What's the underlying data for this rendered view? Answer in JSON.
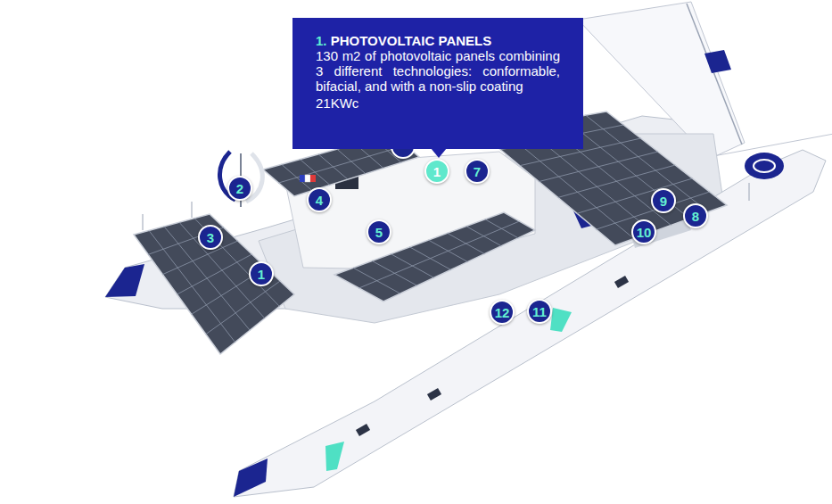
{
  "diagram": {
    "nodes": [
      {
        "text": [
          "1. PHOTOVOLTAIC PANELS",
          "130 m2 of photovoltaic panels combining 3 different technologies: conformable, bifacial, and with a non-slip coating",
          "21KWc"
        ]
      },
      {
        "text": [
          "1"
        ]
      },
      {
        "text": [
          "7"
        ]
      },
      {
        "text": [
          "2"
        ]
      },
      {
        "text": [
          "4"
        ]
      },
      {
        "text": [
          "9"
        ]
      },
      {
        "text": [
          "8"
        ]
      },
      {
        "text": [
          "3"
        ]
      },
      {
        "text": [
          "5"
        ]
      },
      {
        "text": [
          "10"
        ]
      },
      {
        "text": [
          "1"
        ]
      },
      {
        "text": [
          "12"
        ]
      },
      {
        "text": [
          "11"
        ]
      }
    ]
  }
}
